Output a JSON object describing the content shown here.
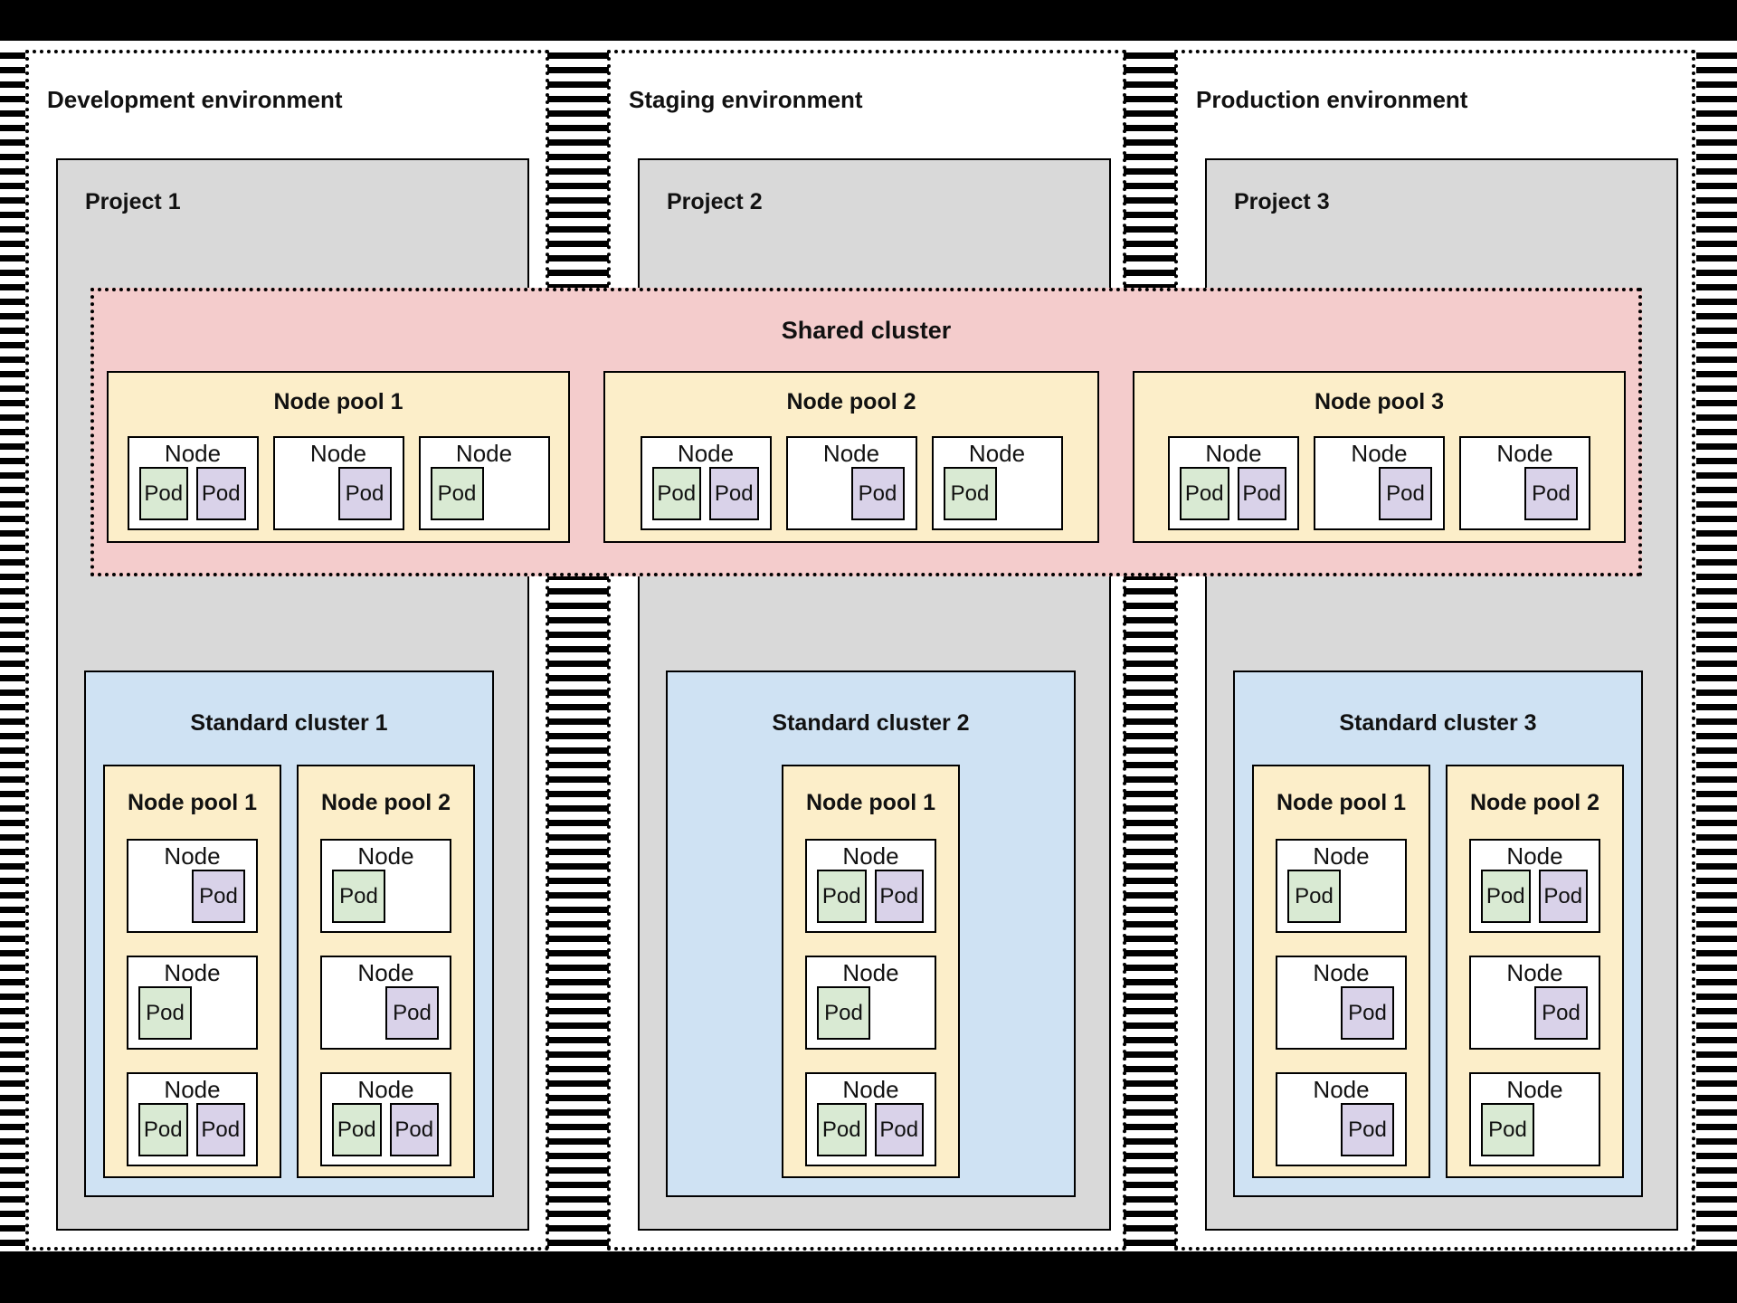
{
  "labels": {
    "node": "Node",
    "pod": "Pod"
  },
  "colors": {
    "pod_green": "#d9ead3",
    "pod_purple": "#d9d2e9",
    "pool_yellow": "#fceec9",
    "cluster_blue": "#cfe2f3",
    "shared_pink": "#f4cccc",
    "project_gray": "#d9d9d9",
    "frame_black": "#000000"
  },
  "shared_cluster": {
    "label": "Shared cluster",
    "node_pools": [
      {
        "label": "Node pool 1",
        "nodes": [
          {
            "align": "left",
            "pods": [
              {
                "color": "green"
              },
              {
                "color": "purple"
              }
            ]
          },
          {
            "align": "right",
            "pods": [
              {
                "color": "purple"
              }
            ]
          },
          {
            "align": "left",
            "pods": [
              {
                "color": "green"
              }
            ]
          }
        ]
      },
      {
        "label": "Node pool 2",
        "nodes": [
          {
            "align": "left",
            "pods": [
              {
                "color": "green"
              },
              {
                "color": "purple"
              }
            ]
          },
          {
            "align": "right",
            "pods": [
              {
                "color": "purple"
              }
            ]
          },
          {
            "align": "left",
            "pods": [
              {
                "color": "green"
              }
            ]
          }
        ]
      },
      {
        "label": "Node pool 3",
        "nodes": [
          {
            "align": "left",
            "pods": [
              {
                "color": "green"
              },
              {
                "color": "purple"
              }
            ]
          },
          {
            "align": "right",
            "pods": [
              {
                "color": "purple"
              }
            ]
          },
          {
            "align": "right",
            "pods": [
              {
                "color": "purple"
              }
            ]
          }
        ]
      }
    ]
  },
  "environments": [
    {
      "title": "Development environment",
      "project": {
        "label": "Project 1",
        "cluster": {
          "label": "Standard cluster 1",
          "node_pools": [
            {
              "label": "Node pool 1",
              "nodes": [
                {
                  "align": "right",
                  "pods": [
                    {
                      "color": "purple"
                    }
                  ]
                },
                {
                  "align": "left",
                  "pods": [
                    {
                      "color": "green"
                    }
                  ]
                },
                {
                  "align": "left",
                  "pods": [
                    {
                      "color": "green"
                    },
                    {
                      "color": "purple"
                    }
                  ]
                }
              ]
            },
            {
              "label": "Node pool 2",
              "nodes": [
                {
                  "align": "left",
                  "pods": [
                    {
                      "color": "green"
                    }
                  ]
                },
                {
                  "align": "right",
                  "pods": [
                    {
                      "color": "purple"
                    }
                  ]
                },
                {
                  "align": "left",
                  "pods": [
                    {
                      "color": "green"
                    },
                    {
                      "color": "purple"
                    }
                  ]
                }
              ]
            }
          ]
        }
      }
    },
    {
      "title": "Staging environment",
      "project": {
        "label": "Project 2",
        "cluster": {
          "label": "Standard cluster 2",
          "node_pools": [
            {
              "label": "Node pool 1",
              "nodes": [
                {
                  "align": "left",
                  "pods": [
                    {
                      "color": "green"
                    },
                    {
                      "color": "purple"
                    }
                  ]
                },
                {
                  "align": "left",
                  "pods": [
                    {
                      "color": "green"
                    }
                  ]
                },
                {
                  "align": "left",
                  "pods": [
                    {
                      "color": "green"
                    },
                    {
                      "color": "purple"
                    }
                  ]
                }
              ]
            }
          ]
        }
      }
    },
    {
      "title": "Production environment",
      "project": {
        "label": "Project 3",
        "cluster": {
          "label": "Standard cluster 3",
          "node_pools": [
            {
              "label": "Node pool 1",
              "nodes": [
                {
                  "align": "left",
                  "pods": [
                    {
                      "color": "green"
                    }
                  ]
                },
                {
                  "align": "right",
                  "pods": [
                    {
                      "color": "purple"
                    }
                  ]
                },
                {
                  "align": "right",
                  "pods": [
                    {
                      "color": "purple"
                    }
                  ]
                }
              ]
            },
            {
              "label": "Node pool 2",
              "nodes": [
                {
                  "align": "left",
                  "pods": [
                    {
                      "color": "green"
                    },
                    {
                      "color": "purple"
                    }
                  ]
                },
                {
                  "align": "right",
                  "pods": [
                    {
                      "color": "purple"
                    }
                  ]
                },
                {
                  "align": "left",
                  "pods": [
                    {
                      "color": "green"
                    }
                  ]
                }
              ]
            }
          ]
        }
      }
    }
  ]
}
